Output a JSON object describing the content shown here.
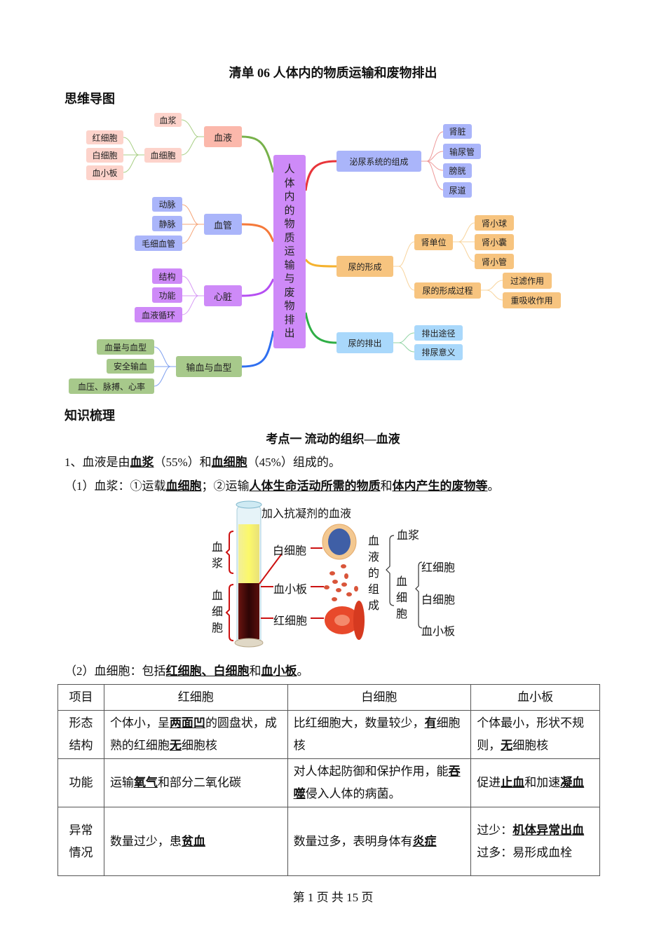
{
  "title": "清单 06 人体内的物质运输和废物排出",
  "section_mindmap": "思维导图",
  "mindmap": {
    "center": [
      "人",
      "体",
      "内",
      "的",
      "物",
      "质",
      "运",
      "输",
      "与",
      "废",
      "物",
      "排",
      "出"
    ],
    "left": {
      "blood": {
        "label": "血液",
        "plasma": "血浆",
        "cells": "血细胞",
        "cell_types": [
          "红细胞",
          "白细胞",
          "血小板"
        ]
      },
      "vessels": {
        "label": "血管",
        "items": [
          "动脉",
          "静脉",
          "毛细血管"
        ]
      },
      "heart": {
        "label": "心脏",
        "items": [
          "结构",
          "功能",
          "血液循环"
        ]
      },
      "transfusion": {
        "label": "输血与血型",
        "items": [
          "血量与血型",
          "安全输血",
          "血压、脉搏、心率"
        ]
      }
    },
    "right": {
      "urinary": {
        "label": "泌尿系统的组成",
        "items": [
          "肾脏",
          "输尿管",
          "膀胱",
          "尿道"
        ]
      },
      "formation": {
        "label": "尿的形成",
        "nephron": "肾单位",
        "nephron_items": [
          "肾小球",
          "肾小囊",
          "肾小管"
        ],
        "process": "尿的形成过程",
        "process_items": [
          "过滤作用",
          "重吸收作用"
        ]
      },
      "excretion": {
        "label": "尿的排出",
        "items": [
          "排出途径",
          "排尿意义"
        ]
      }
    }
  },
  "section_knowledge": "知识梳理",
  "topic1": "考点一  流动的组织—血液",
  "p1": [
    [
      "1、血液是由",
      ""
    ],
    [
      "血浆",
      "k"
    ],
    [
      "（55%）和",
      ""
    ],
    [
      "血细胞",
      "k"
    ],
    [
      "（45%）组成的。",
      ""
    ]
  ],
  "p2": [
    [
      "（1）血浆：①运载",
      ""
    ],
    [
      "血细胞",
      "k"
    ],
    [
      "；②运输",
      ""
    ],
    [
      "人体生命活动所需的物质",
      "k"
    ],
    [
      "和",
      ""
    ],
    [
      "体内产生的废物等",
      "k"
    ],
    [
      "。",
      ""
    ]
  ],
  "figure": {
    "caption": "加入抗凝剂的血液",
    "tube_plasma": [
      "血",
      "浆"
    ],
    "tube_cells": [
      "血",
      "细",
      "胞"
    ],
    "labels": {
      "wbc": "白细胞",
      "platelet": "血小板",
      "rbc": "红细胞"
    },
    "composition": [
      "血",
      "液",
      "的",
      "组",
      "成"
    ],
    "plasma": "血浆",
    "cells": [
      "血",
      "细",
      "胞"
    ],
    "cell_types": [
      "红细胞",
      "白细胞",
      "血小板"
    ]
  },
  "p3": [
    [
      "（2）血细胞：包括",
      ""
    ],
    [
      "红细胞、白细胞",
      "k"
    ],
    [
      "和",
      ""
    ],
    [
      "血小板",
      "k"
    ],
    [
      "。",
      ""
    ]
  ],
  "table": {
    "headers": [
      "项目",
      "红细胞",
      "白细胞",
      "血小板"
    ],
    "rows": [
      {
        "item": [
          "形态",
          "结构"
        ],
        "cells": [
          [
            [
              "个体小，呈",
              ""
            ],
            [
              "两面凹",
              "k"
            ],
            [
              "的圆盘状，成熟的红细胞",
              ""
            ],
            [
              "无",
              "k"
            ],
            [
              "细胞核",
              ""
            ]
          ],
          [
            [
              "比红细胞大，数量较少，",
              ""
            ],
            [
              "有",
              "k"
            ],
            [
              "细胞核",
              ""
            ]
          ],
          [
            [
              "个体最小，形状不规则，",
              ""
            ],
            [
              "无",
              "k"
            ],
            [
              "细胞核",
              ""
            ]
          ]
        ]
      },
      {
        "item": [
          "功能"
        ],
        "cells": [
          [
            [
              "运输",
              ""
            ],
            [
              "氧气",
              "k"
            ],
            [
              "和部分二氧化碳",
              ""
            ]
          ],
          [
            [
              "对人体起防御和保护作用，能",
              ""
            ],
            [
              "吞噬",
              "k"
            ],
            [
              "侵入人体的病菌。",
              ""
            ]
          ],
          [
            [
              "促进",
              ""
            ],
            [
              "止血",
              "k"
            ],
            [
              "和加速",
              ""
            ],
            [
              "凝血",
              "k"
            ]
          ]
        ]
      },
      {
        "item": [
          "异常",
          "情况"
        ],
        "cells": [
          [
            [
              "数量过少，患",
              ""
            ],
            [
              "贫血",
              "k"
            ]
          ],
          [
            [
              "数量过多，表明身体有",
              ""
            ],
            [
              "炎症",
              "k"
            ]
          ],
          [
            [
              "过少：",
              ""
            ],
            [
              "机体异常出血",
              "k"
            ],
            [
              "过多：易形成血栓",
              ""
            ]
          ]
        ]
      }
    ]
  },
  "footer": "第  1  页  共  15  页"
}
